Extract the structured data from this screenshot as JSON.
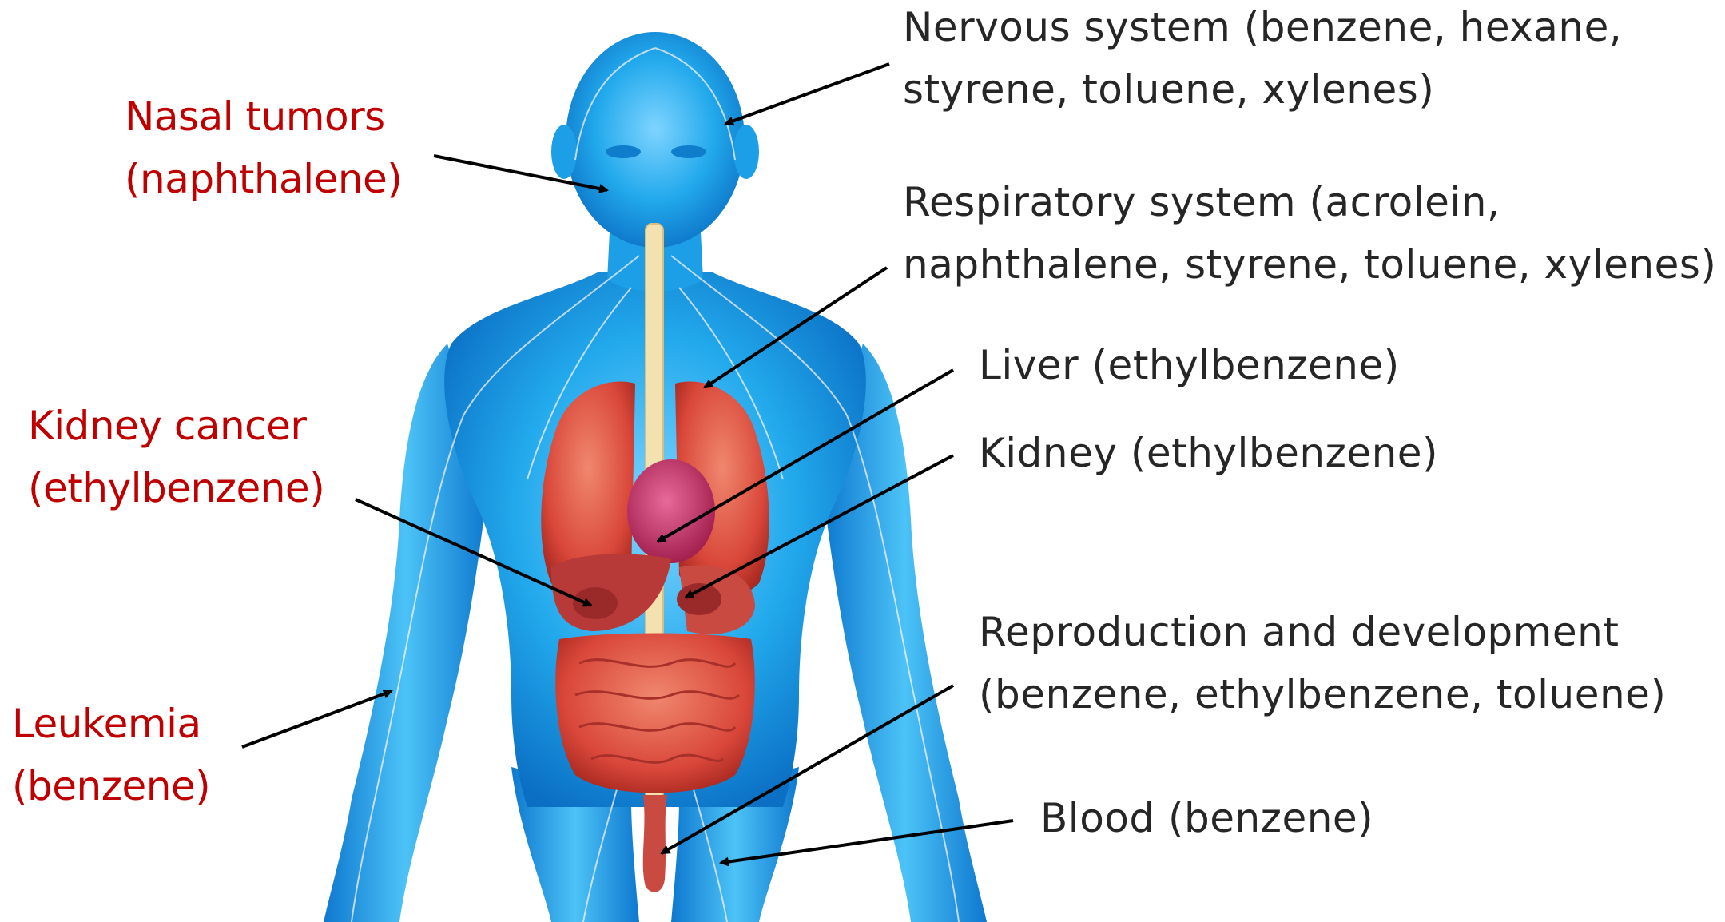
{
  "colors": {
    "cancer_label": "#c00000",
    "effect_label": "#262626",
    "arrow": "#000000",
    "body": "#1aa7ea",
    "organs": "#d9473a"
  },
  "illustration": {
    "icon": "human-anatomy-illustration"
  },
  "cancer_labels": {
    "nasal": {
      "line1": "Nasal tumors",
      "line2": "(naphthalene)"
    },
    "kidney": {
      "line1": "Kidney cancer",
      "line2": "(ethylbenzene)"
    },
    "leukemia": {
      "line1": "Leukemia",
      "line2": "(benzene)"
    }
  },
  "effect_labels": {
    "nervous": {
      "line1": "Nervous system (benzene, hexane,",
      "line2": "styrene, toluene, xylenes)"
    },
    "respiratory": {
      "line1": "Respiratory system (acrolein,",
      "line2": "naphthalene, styrene, toluene, xylenes)"
    },
    "liver": {
      "line1": "Liver (ethylbenzene)"
    },
    "kidney": {
      "line1": "Kidney (ethylbenzene)"
    },
    "reproduction": {
      "line1": "Reproduction and development",
      "line2": "(benzene, ethylbenzene, toluene)"
    },
    "blood": {
      "line1": "Blood (benzene)"
    }
  }
}
